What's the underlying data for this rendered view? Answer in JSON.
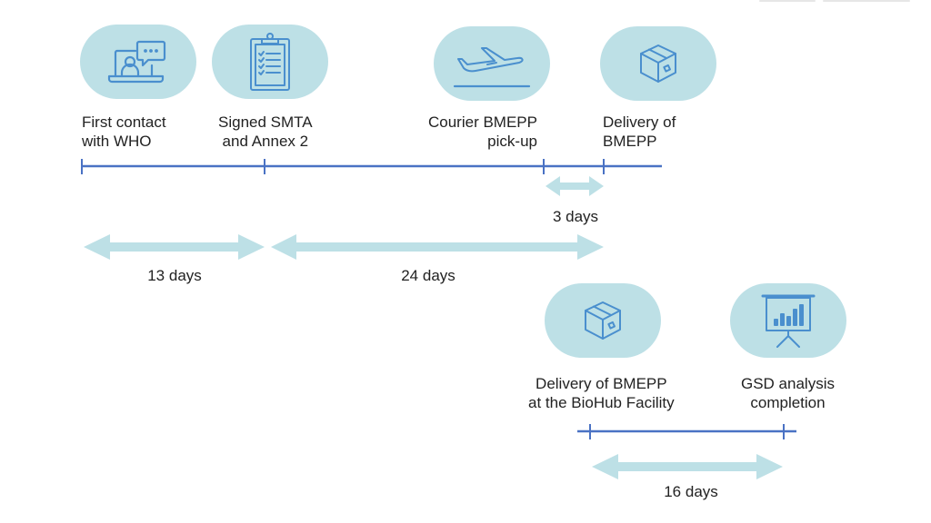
{
  "title": "BMEPP sharing timeline",
  "colors": {
    "timeline": "#4a72c4",
    "arrow": "#bde0e6",
    "bubble": "#bde0e6",
    "icon": "#4a8fce"
  },
  "milestones": [
    {
      "id": "first-contact",
      "icon": "video-call-icon",
      "line1": "First contact",
      "line2": "with WHO"
    },
    {
      "id": "signed-smta",
      "icon": "clipboard-checklist-icon",
      "line1": "Signed SMTA",
      "line2": "and Annex 2"
    },
    {
      "id": "courier-pickup",
      "icon": "airplane-icon",
      "line1": "Courier BMEPP",
      "line2": "pick-up"
    },
    {
      "id": "delivery",
      "icon": "package-box-icon",
      "line1": "Delivery of",
      "line2": "BMEPP"
    },
    {
      "id": "delivery-biohub",
      "icon": "package-box-icon",
      "line1": "Delivery of BMEPP",
      "line2": "at the BioHub Facility"
    },
    {
      "id": "gsd-completion",
      "icon": "presentation-chart-icon",
      "line1": "GSD analysis",
      "line2": "completion"
    }
  ],
  "durations": [
    {
      "from": "first-contact",
      "to": "signed-smta",
      "label": "13 days",
      "days": 13
    },
    {
      "from": "signed-smta",
      "to": "delivery",
      "label": "24 days",
      "days": 24
    },
    {
      "from": "courier-pickup",
      "to": "delivery",
      "label": "3 days",
      "days": 3
    },
    {
      "from": "delivery-biohub",
      "to": "gsd-completion",
      "label": "16 days",
      "days": 16
    }
  ]
}
